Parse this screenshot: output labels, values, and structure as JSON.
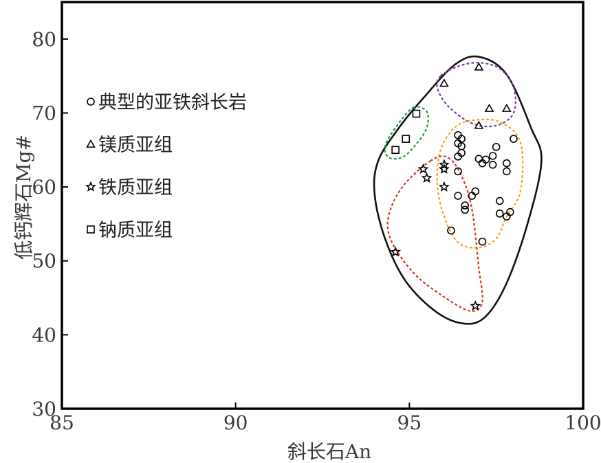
{
  "chart_data": {
    "type": "scatter",
    "xlabel": "斜长石An",
    "ylabel": "低钙辉石Mg#",
    "xlim": [
      85,
      100
    ],
    "ylim": [
      30,
      85
    ],
    "xticks": [
      "85",
      "90",
      "95",
      "100"
    ],
    "yticks": [
      "30",
      "40",
      "50",
      "60",
      "70",
      "80"
    ],
    "grid": false,
    "legend_position": "left",
    "series": [
      {
        "name": "典型的亚铁斜长岩",
        "marker": "circle",
        "color": "#000000",
        "points": [
          [
            96.4,
            67.0
          ],
          [
            96.5,
            66.5
          ],
          [
            96.4,
            65.9
          ],
          [
            96.5,
            65.5
          ],
          [
            96.5,
            64.6
          ],
          [
            96.4,
            64.1
          ],
          [
            96.4,
            62.1
          ],
          [
            96.4,
            58.8
          ],
          [
            96.6,
            57.5
          ],
          [
            96.6,
            56.9
          ],
          [
            96.8,
            58.8
          ],
          [
            96.9,
            59.4
          ],
          [
            96.2,
            54.1
          ],
          [
            97.0,
            63.8
          ],
          [
            97.1,
            63.2
          ],
          [
            97.2,
            63.7
          ],
          [
            97.4,
            64.2
          ],
          [
            97.4,
            63.0
          ],
          [
            97.5,
            65.4
          ],
          [
            97.6,
            58.1
          ],
          [
            97.6,
            56.4
          ],
          [
            97.8,
            56.0
          ],
          [
            97.8,
            63.2
          ],
          [
            97.8,
            62.1
          ],
          [
            97.9,
            56.6
          ],
          [
            98.0,
            66.5
          ],
          [
            97.1,
            52.6
          ]
        ]
      },
      {
        "name": "镁质亚组",
        "marker": "triangle",
        "color": "#000000",
        "points": [
          [
            96.0,
            74.0
          ],
          [
            97.0,
            76.2
          ],
          [
            97.3,
            70.6
          ],
          [
            97.8,
            70.6
          ],
          [
            97.0,
            68.3
          ]
        ]
      },
      {
        "name": "铁质亚组",
        "marker": "star",
        "color": "#000000",
        "points": [
          [
            95.4,
            62.4
          ],
          [
            95.5,
            61.2
          ],
          [
            96.0,
            62.4
          ],
          [
            96.0,
            63.0
          ],
          [
            96.0,
            60.0
          ],
          [
            94.6,
            51.2
          ],
          [
            96.9,
            43.9
          ]
        ]
      },
      {
        "name": "钠质亚组",
        "marker": "square",
        "color": "#000000",
        "points": [
          [
            94.6,
            65.0
          ],
          [
            94.9,
            66.5
          ],
          [
            95.2,
            69.9
          ]
        ]
      }
    ],
    "outlines": [
      {
        "name": "all",
        "color": "#111111",
        "dashed": false,
        "vertices": [
          [
            96.3,
            76.5
          ],
          [
            97.0,
            77.6
          ],
          [
            97.8,
            75.2
          ],
          [
            98.5,
            68.0
          ],
          [
            98.8,
            63.5
          ],
          [
            98.4,
            55.0
          ],
          [
            97.8,
            47.0
          ],
          [
            97.2,
            42.5
          ],
          [
            96.6,
            41.5
          ],
          [
            95.8,
            43.0
          ],
          [
            94.9,
            47.2
          ],
          [
            94.3,
            53.0
          ],
          [
            94.0,
            59.0
          ],
          [
            94.1,
            63.5
          ],
          [
            94.7,
            68.0
          ],
          [
            95.4,
            72.0
          ]
        ]
      },
      {
        "name": "magnesian",
        "color": "#7b3fa0",
        "dashed": true,
        "vertices": [
          [
            95.9,
            75.0
          ],
          [
            96.4,
            76.3
          ],
          [
            97.0,
            76.8
          ],
          [
            97.6,
            76.0
          ],
          [
            98.0,
            73.5
          ],
          [
            98.0,
            70.0
          ],
          [
            97.5,
            68.3
          ],
          [
            96.8,
            68.6
          ],
          [
            96.1,
            71.0
          ],
          [
            95.8,
            73.5
          ]
        ]
      },
      {
        "name": "sodic",
        "color": "#1f9a3f",
        "dashed": true,
        "vertices": [
          [
            95.1,
            70.7
          ],
          [
            95.5,
            70.2
          ],
          [
            95.5,
            68.0
          ],
          [
            95.2,
            65.8
          ],
          [
            94.8,
            64.0
          ],
          [
            94.4,
            64.0
          ],
          [
            94.3,
            65.5
          ],
          [
            94.6,
            68.0
          ]
        ]
      },
      {
        "name": "typical",
        "color": "#f0a81c",
        "dashed": true,
        "vertices": [
          [
            96.8,
            69.0
          ],
          [
            97.6,
            68.8
          ],
          [
            98.2,
            66.0
          ],
          [
            98.2,
            59.5
          ],
          [
            97.8,
            56.0
          ],
          [
            97.5,
            53.0
          ],
          [
            97.0,
            51.8
          ],
          [
            96.4,
            52.5
          ],
          [
            96.0,
            56.0
          ],
          [
            95.8,
            60.5
          ],
          [
            95.9,
            65.0
          ],
          [
            96.3,
            68.0
          ]
        ]
      },
      {
        "name": "ferroan",
        "color": "#dd3322",
        "dashed": true,
        "vertices": [
          [
            95.6,
            63.5
          ],
          [
            96.1,
            64.0
          ],
          [
            96.5,
            61.5
          ],
          [
            96.8,
            57.0
          ],
          [
            97.0,
            49.0
          ],
          [
            97.1,
            44.5
          ],
          [
            96.8,
            43.2
          ],
          [
            96.2,
            44.5
          ],
          [
            95.2,
            48.0
          ],
          [
            94.5,
            52.5
          ],
          [
            94.4,
            56.0
          ],
          [
            94.8,
            60.0
          ]
        ]
      }
    ]
  }
}
